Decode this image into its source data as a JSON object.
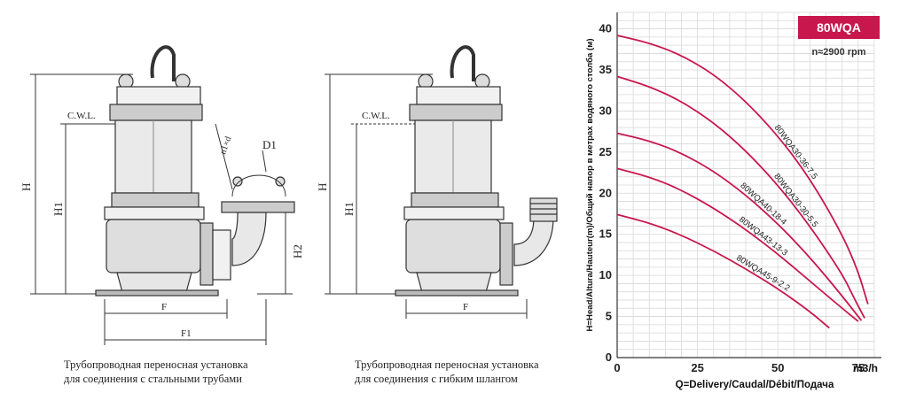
{
  "drawing_left": {
    "labels": {
      "cwl": "C.W.L.",
      "h": "H",
      "h1": "H1",
      "h2": "H2",
      "d1": "D1",
      "flange": "n1×d",
      "f": "F",
      "f1": "F1"
    },
    "caption": [
      "Трубопроводная переносная установка",
      "для соединения с стальными трубами"
    ]
  },
  "drawing_right": {
    "labels": {
      "cwl": "C.W.L.",
      "h": "H",
      "h1": "H1",
      "f": "F"
    },
    "caption": [
      "Трубопроводная переносная установка",
      "для соединения с гибким шлангом"
    ]
  },
  "chart_data": {
    "type": "line",
    "title": "80WQA",
    "subtitle": "n≈2900 rpm",
    "xlabel": "Q=Delivery/Caudal/Débit/Подача",
    "xunit": "m3/h",
    "ylabel": "H=Head/Altura/Hauteur(m)/Общий напор в метрах водяного столба (м)",
    "xlim": [
      0,
      80
    ],
    "ylim": [
      0,
      42
    ],
    "xticks": [
      "0",
      "25",
      "50",
      "75"
    ],
    "yticks": [
      "0",
      "5",
      "10",
      "15",
      "20",
      "25",
      "30",
      "35",
      "40"
    ],
    "grid": true,
    "colors": {
      "curve": "#c8174d",
      "badge": "#c8174d",
      "grid": "#d8d8d8"
    },
    "series": [
      {
        "name": "80WQA30-36-7.5",
        "x": [
          0,
          10,
          20,
          30,
          40,
          50,
          60,
          70,
          75,
          78
        ],
        "y": [
          39.2,
          38.3,
          36.8,
          34.5,
          31.2,
          27.0,
          21.8,
          15.0,
          10.5,
          6.5
        ]
      },
      {
        "name": "80WQA30-30-5.5",
        "x": [
          0,
          10,
          20,
          30,
          40,
          50,
          60,
          70,
          74,
          77
        ],
        "y": [
          34.2,
          33.0,
          31.2,
          28.6,
          25.2,
          21.0,
          16.0,
          10.2,
          7.0,
          4.8
        ]
      },
      {
        "name": "80WQA40-18-4",
        "x": [
          0,
          10,
          20,
          30,
          40,
          50,
          60,
          70,
          76
        ],
        "y": [
          27.3,
          26.4,
          24.9,
          22.7,
          19.8,
          16.3,
          12.2,
          7.5,
          4.5
        ]
      },
      {
        "name": "80WQA43-13-3",
        "x": [
          0,
          10,
          20,
          30,
          40,
          50,
          60,
          70,
          75
        ],
        "y": [
          23.0,
          22.0,
          20.4,
          18.2,
          15.6,
          12.6,
          9.3,
          6.0,
          4.4
        ]
      },
      {
        "name": "80WQA45-9-2.2",
        "x": [
          0,
          10,
          20,
          30,
          40,
          50,
          60,
          66
        ],
        "y": [
          17.4,
          16.4,
          14.9,
          13.0,
          10.8,
          8.4,
          5.6,
          3.6
        ]
      }
    ]
  }
}
